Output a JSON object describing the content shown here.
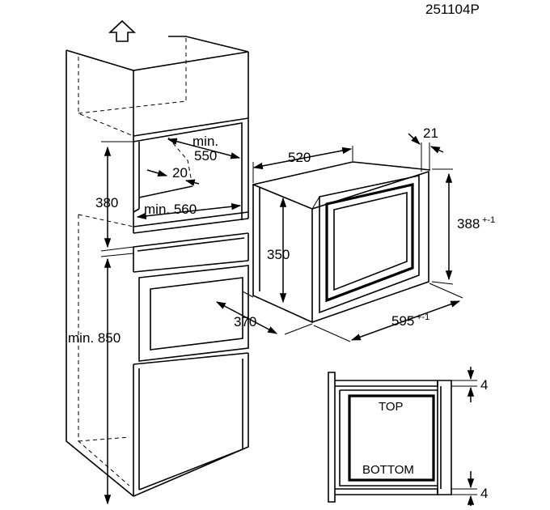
{
  "drawing_code": "251104P",
  "cabinet": {
    "min_550_line1": "min.",
    "min_550_line2": "550",
    "depth_20": "20",
    "height_380": "380",
    "min_560": "min. 560",
    "min_850": "min. 850"
  },
  "appliance": {
    "width_520": "520",
    "frame_21": "21",
    "height_388": "388",
    "height_388_tol": "+-1",
    "height_350": "350",
    "depth_370": "370",
    "width_595": "595",
    "width_595_tol": "+-1"
  },
  "section": {
    "top_label": "TOP",
    "bottom_label": "BOTTOM",
    "gap_top": "4",
    "gap_bottom": "4"
  },
  "icons": [
    "arrow-up-icon"
  ]
}
